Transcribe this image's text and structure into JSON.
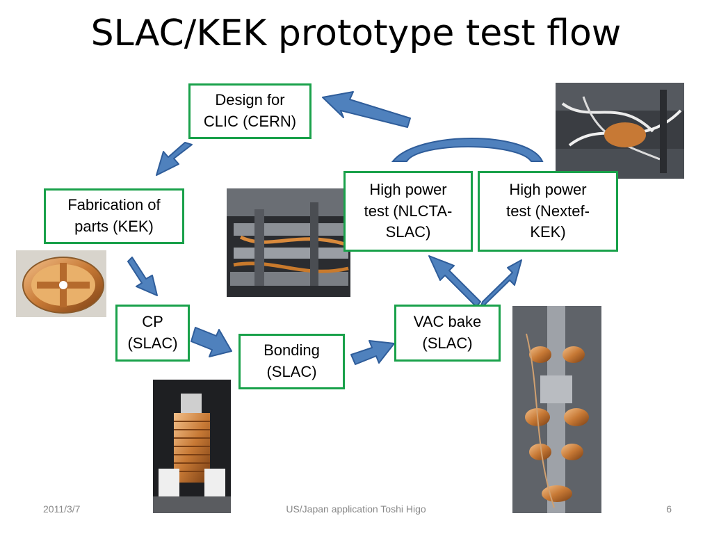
{
  "slide": {
    "title": "SLAC/KEK prototype test flow"
  },
  "steps": {
    "design": "Design for\nCLIC (CERN)",
    "fabrication": "Fabrication of\nparts (KEK)",
    "cp": "CP\n(SLAC)",
    "bonding": "Bonding\n(SLAC)",
    "vac_bake": "VAC bake\n(SLAC)",
    "hp_nlcta": "High power\ntest (NLCTA-\nSLAC)",
    "hp_nextef": "High power\ntest (Nextef-\nKEK)"
  },
  "footer": {
    "date": "2011/3/7",
    "center": "US/Japan application Toshi Higo",
    "page": "6"
  },
  "colors": {
    "box_border": "#19a14a",
    "arrow_fill": "#4f81bd",
    "arrow_stroke": "#2f5d9a"
  }
}
